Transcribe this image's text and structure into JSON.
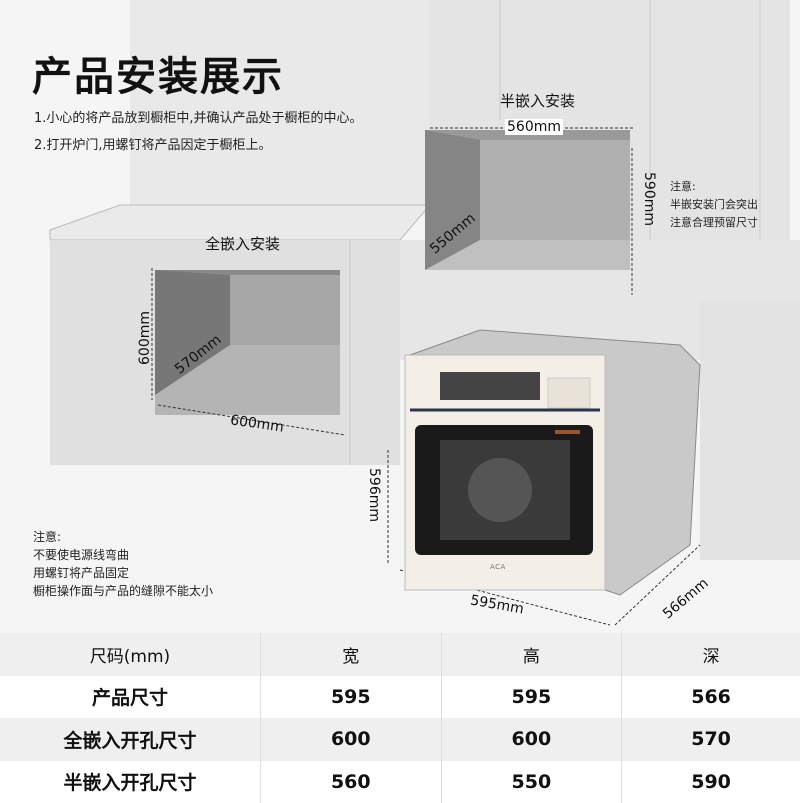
{
  "title": "产品安装展示",
  "steps": [
    "1.小心的将产品放到橱柜中,并确认产品处于橱柜的中心。",
    "2.打开炉门,用螺钉将产品因定于橱柜上。"
  ],
  "semi_embedded": {
    "label": "半嵌入安装",
    "width": "560mm",
    "depth": "550mm",
    "height": "590mm",
    "note": [
      "注意:",
      "半嵌安装门会突出",
      "注意合理预留尺寸"
    ]
  },
  "full_embedded": {
    "label": "全嵌入安装",
    "width": "600mm",
    "depth": "570mm",
    "height": "600mm"
  },
  "oven": {
    "width": "595mm",
    "height": "596mm",
    "depth": "566mm",
    "brand": "ACA"
  },
  "bottom_note": [
    "注意:",
    "不要使电源线弯曲",
    "用螺钉将产品固定",
    "橱柜操作面与产品的缝隙不能太小"
  ],
  "table": {
    "header": [
      "尺码(mm)",
      "宽",
      "高",
      "深"
    ],
    "rows": [
      [
        "产品尺寸",
        "595",
        "595",
        "566"
      ],
      [
        "全嵌入开孔尺寸",
        "600",
        "600",
        "570"
      ],
      [
        "半嵌入开孔尺寸",
        "560",
        "550",
        "590"
      ]
    ]
  }
}
